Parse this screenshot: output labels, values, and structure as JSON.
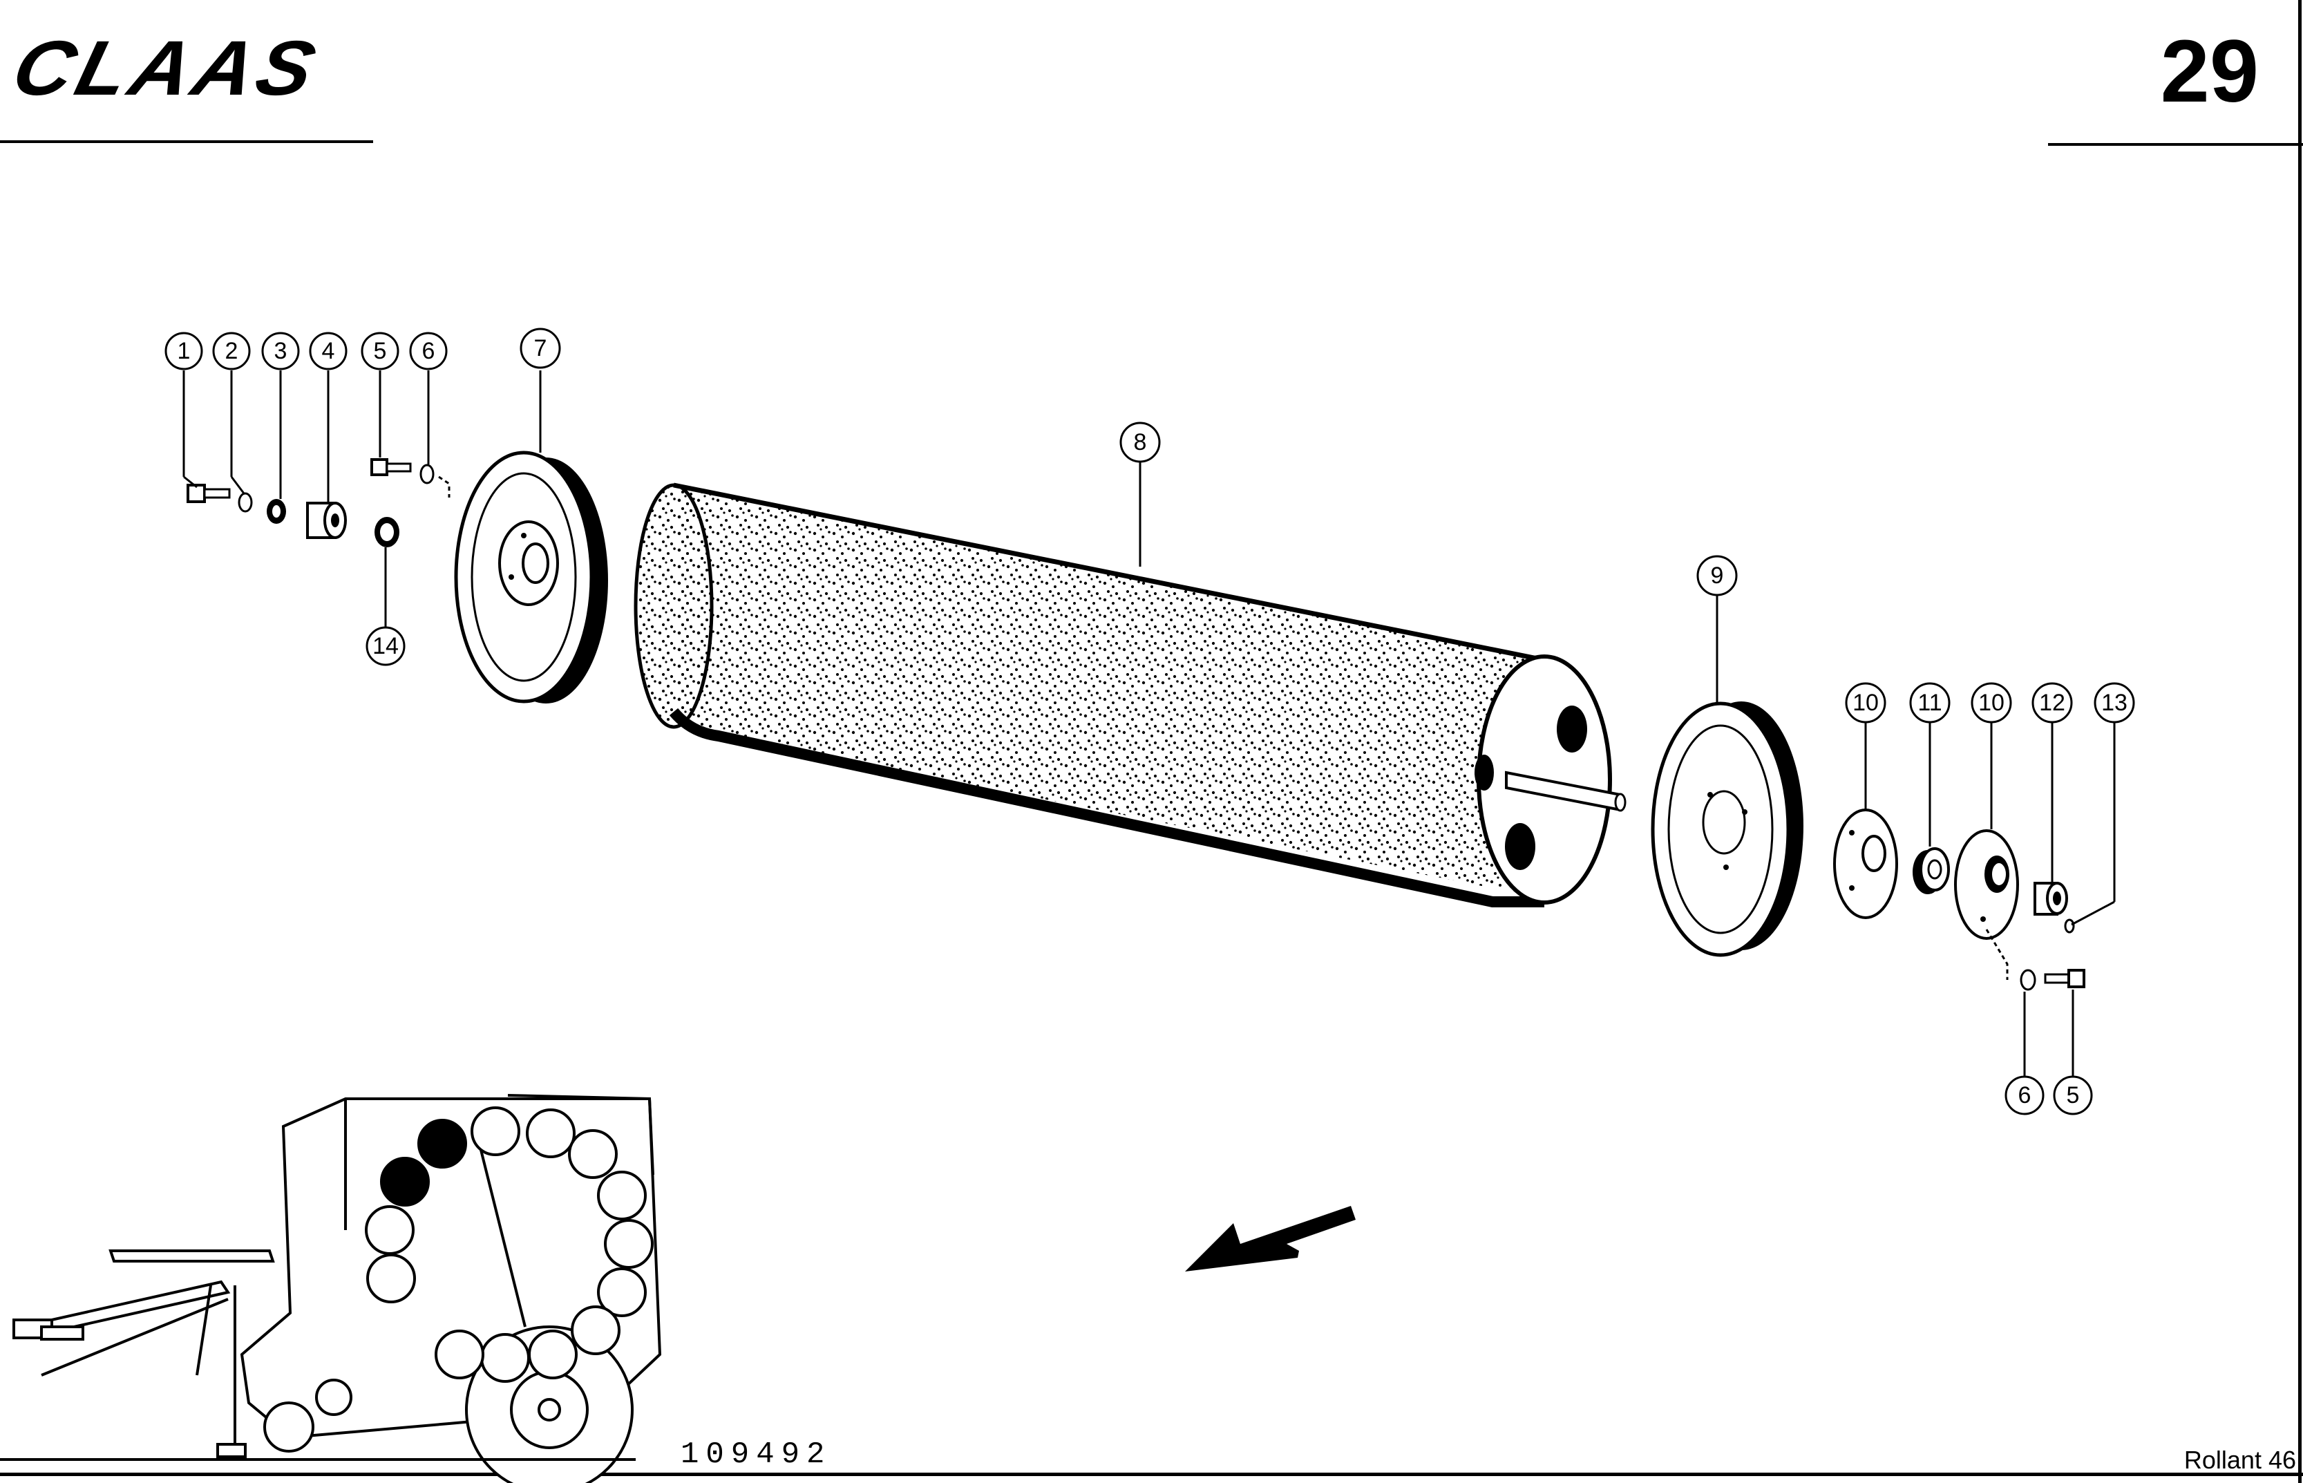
{
  "header": {
    "brand_logo": "CLAAS",
    "page_number": "29"
  },
  "footer": {
    "drawing_number": "109492",
    "model": "Rollant 46"
  },
  "diagram": {
    "part_callouts": [
      "1",
      "2",
      "3",
      "4",
      "5",
      "6",
      "7",
      "8",
      "9",
      "10",
      "11",
      "10",
      "12",
      "13",
      "6",
      "5",
      "14"
    ]
  },
  "icons": {
    "direction_arrow": "arrow-down-left-icon",
    "locator_view": "baler-locator-icon"
  }
}
